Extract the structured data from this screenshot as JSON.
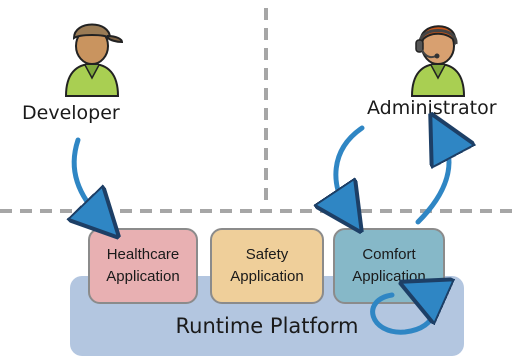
{
  "roles": {
    "developer": "Developer",
    "administrator": "Administrator"
  },
  "platform": {
    "label": "Runtime Platform"
  },
  "applications": [
    {
      "line1": "Healthcare",
      "line2": "Application"
    },
    {
      "line1": "Safety",
      "line2": "Application"
    },
    {
      "line1": "Comfort",
      "line2": "Application"
    }
  ],
  "icons": {
    "developer": "person-with-cap-icon",
    "administrator": "person-with-headset-icon"
  },
  "colors": {
    "healthcare": "#e8b0b2",
    "safety": "#efcf9a",
    "comfort": "#86b8c8",
    "platform": "#b3c6e0",
    "arrow": "#2f86c4",
    "divider": "#a6a6a6"
  }
}
